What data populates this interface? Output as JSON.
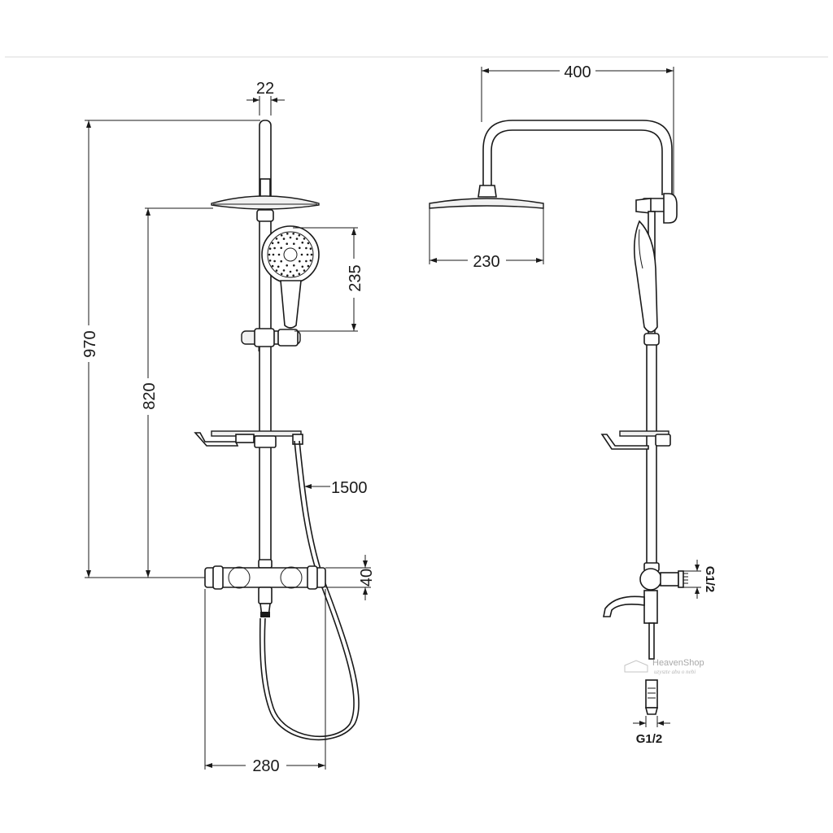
{
  "dimensions": {
    "bar_diameter": "22",
    "total_height": "970",
    "head_height": "820",
    "hand_shower_length": "235",
    "hose_length": "1500",
    "mixer_height": "40",
    "mixer_width": "280",
    "arm_reach": "400",
    "head_diameter": "230",
    "inlet_thread": "G1/2",
    "bottom_thread": "G1/2"
  },
  "watermark": {
    "brand": "HeavenShop",
    "tagline": "uzyszte abu o nebi"
  },
  "colors": {
    "line": "#1a1a1a",
    "background": "#ffffff",
    "separator": "#d8d8d8"
  }
}
